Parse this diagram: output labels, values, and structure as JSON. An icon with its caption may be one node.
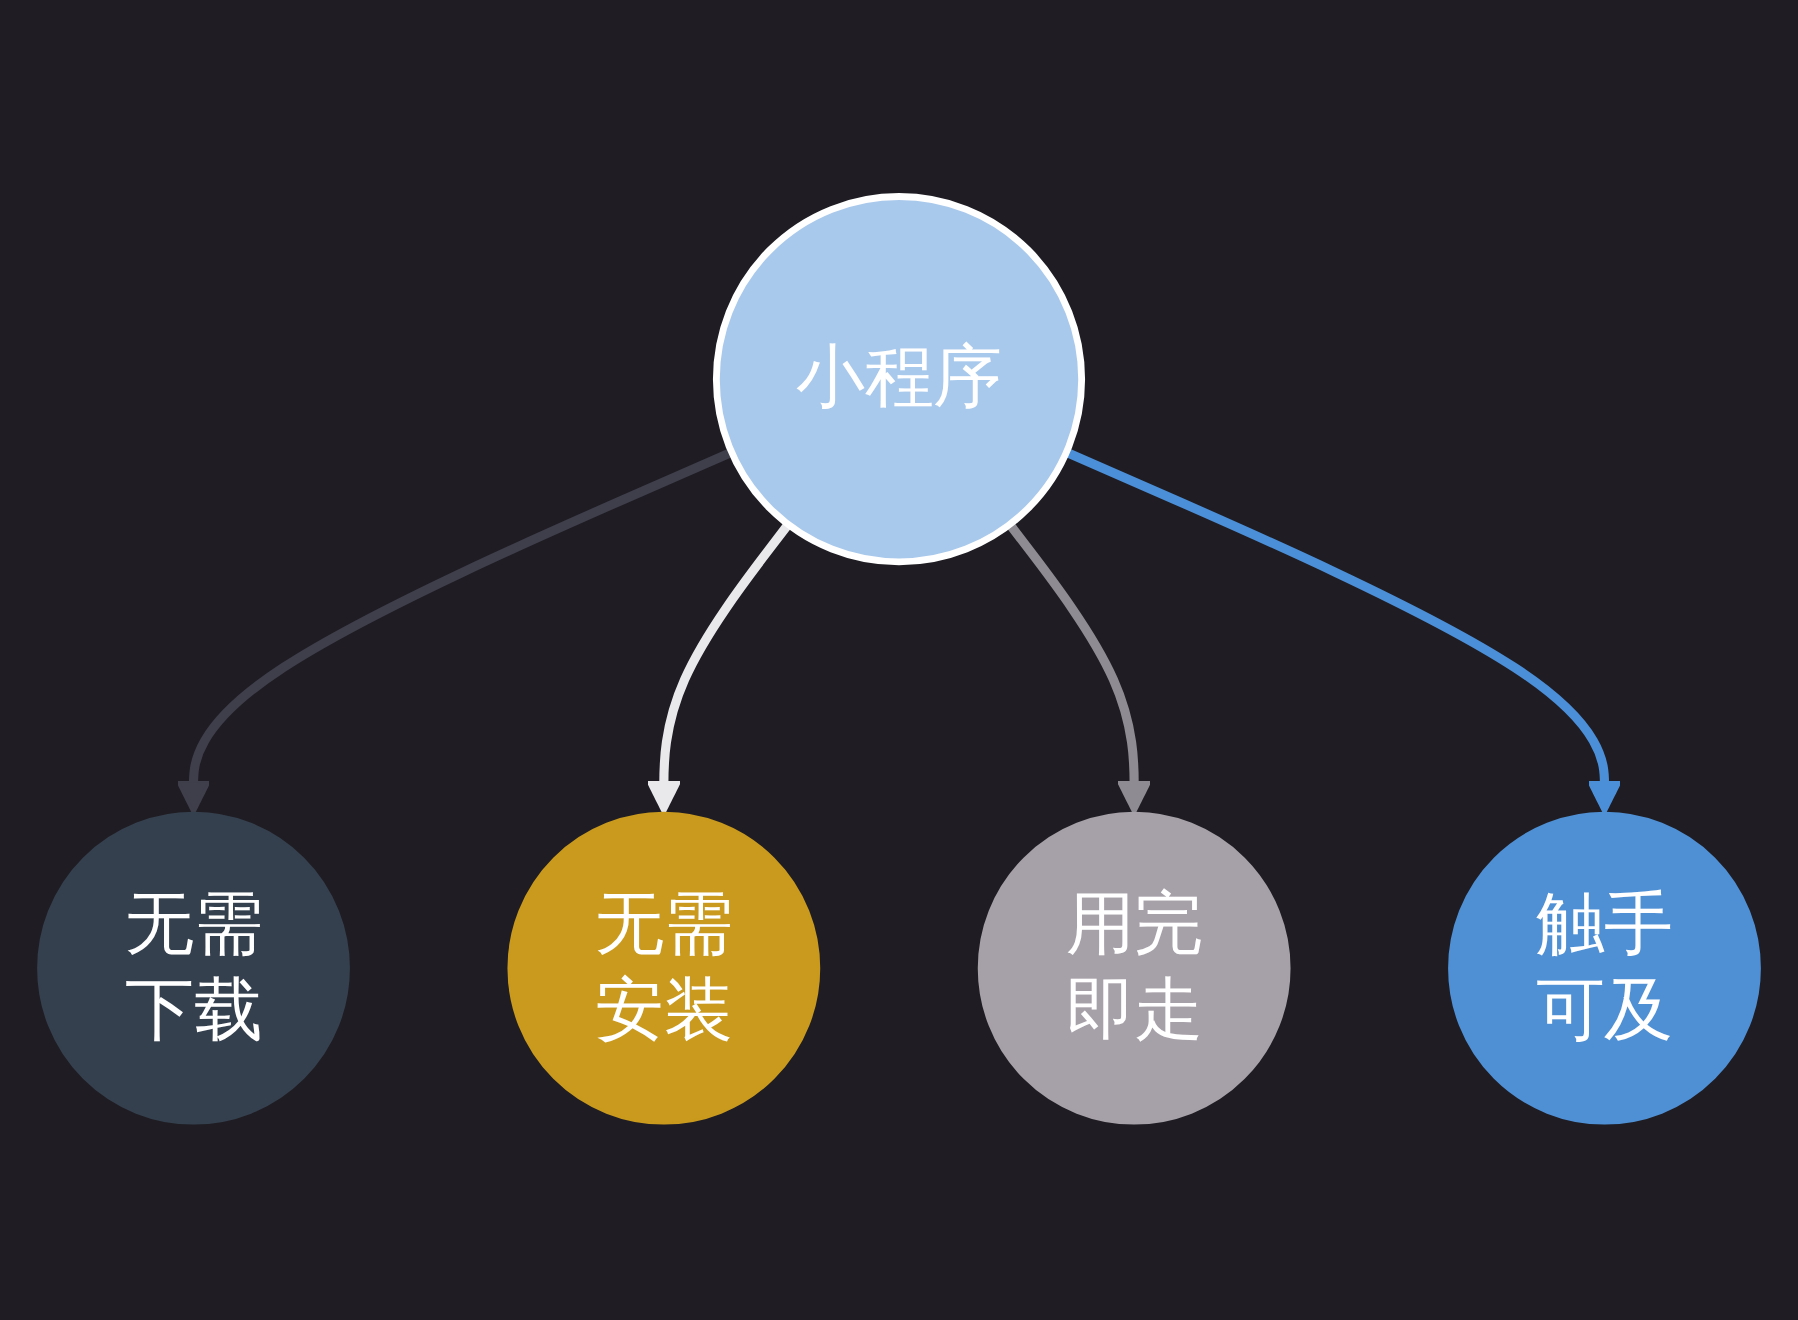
{
  "diagram": {
    "nodes": [
      {
        "text": [
          "无需下载"
        ]
      },
      {
        "text": [
          "无需安装"
        ]
      },
      {
        "text": [
          "小程序"
        ]
      },
      {
        "text": [
          "用完即走"
        ]
      },
      {
        "text": [
          "触手可及"
        ]
      }
    ],
    "edges": [
      {
        "from": 2,
        "to": 0,
        "arrow": "to",
        "color": "#3f3e4b"
      },
      {
        "from": 2,
        "to": 1,
        "arrow": "to",
        "color": "#e9e9ec"
      },
      {
        "from": 2,
        "to": 3,
        "arrow": "to",
        "color": "#8e8c92"
      },
      {
        "from": 2,
        "to": 4,
        "arrow": "to",
        "color": "#4b8fd8"
      }
    ]
  }
}
